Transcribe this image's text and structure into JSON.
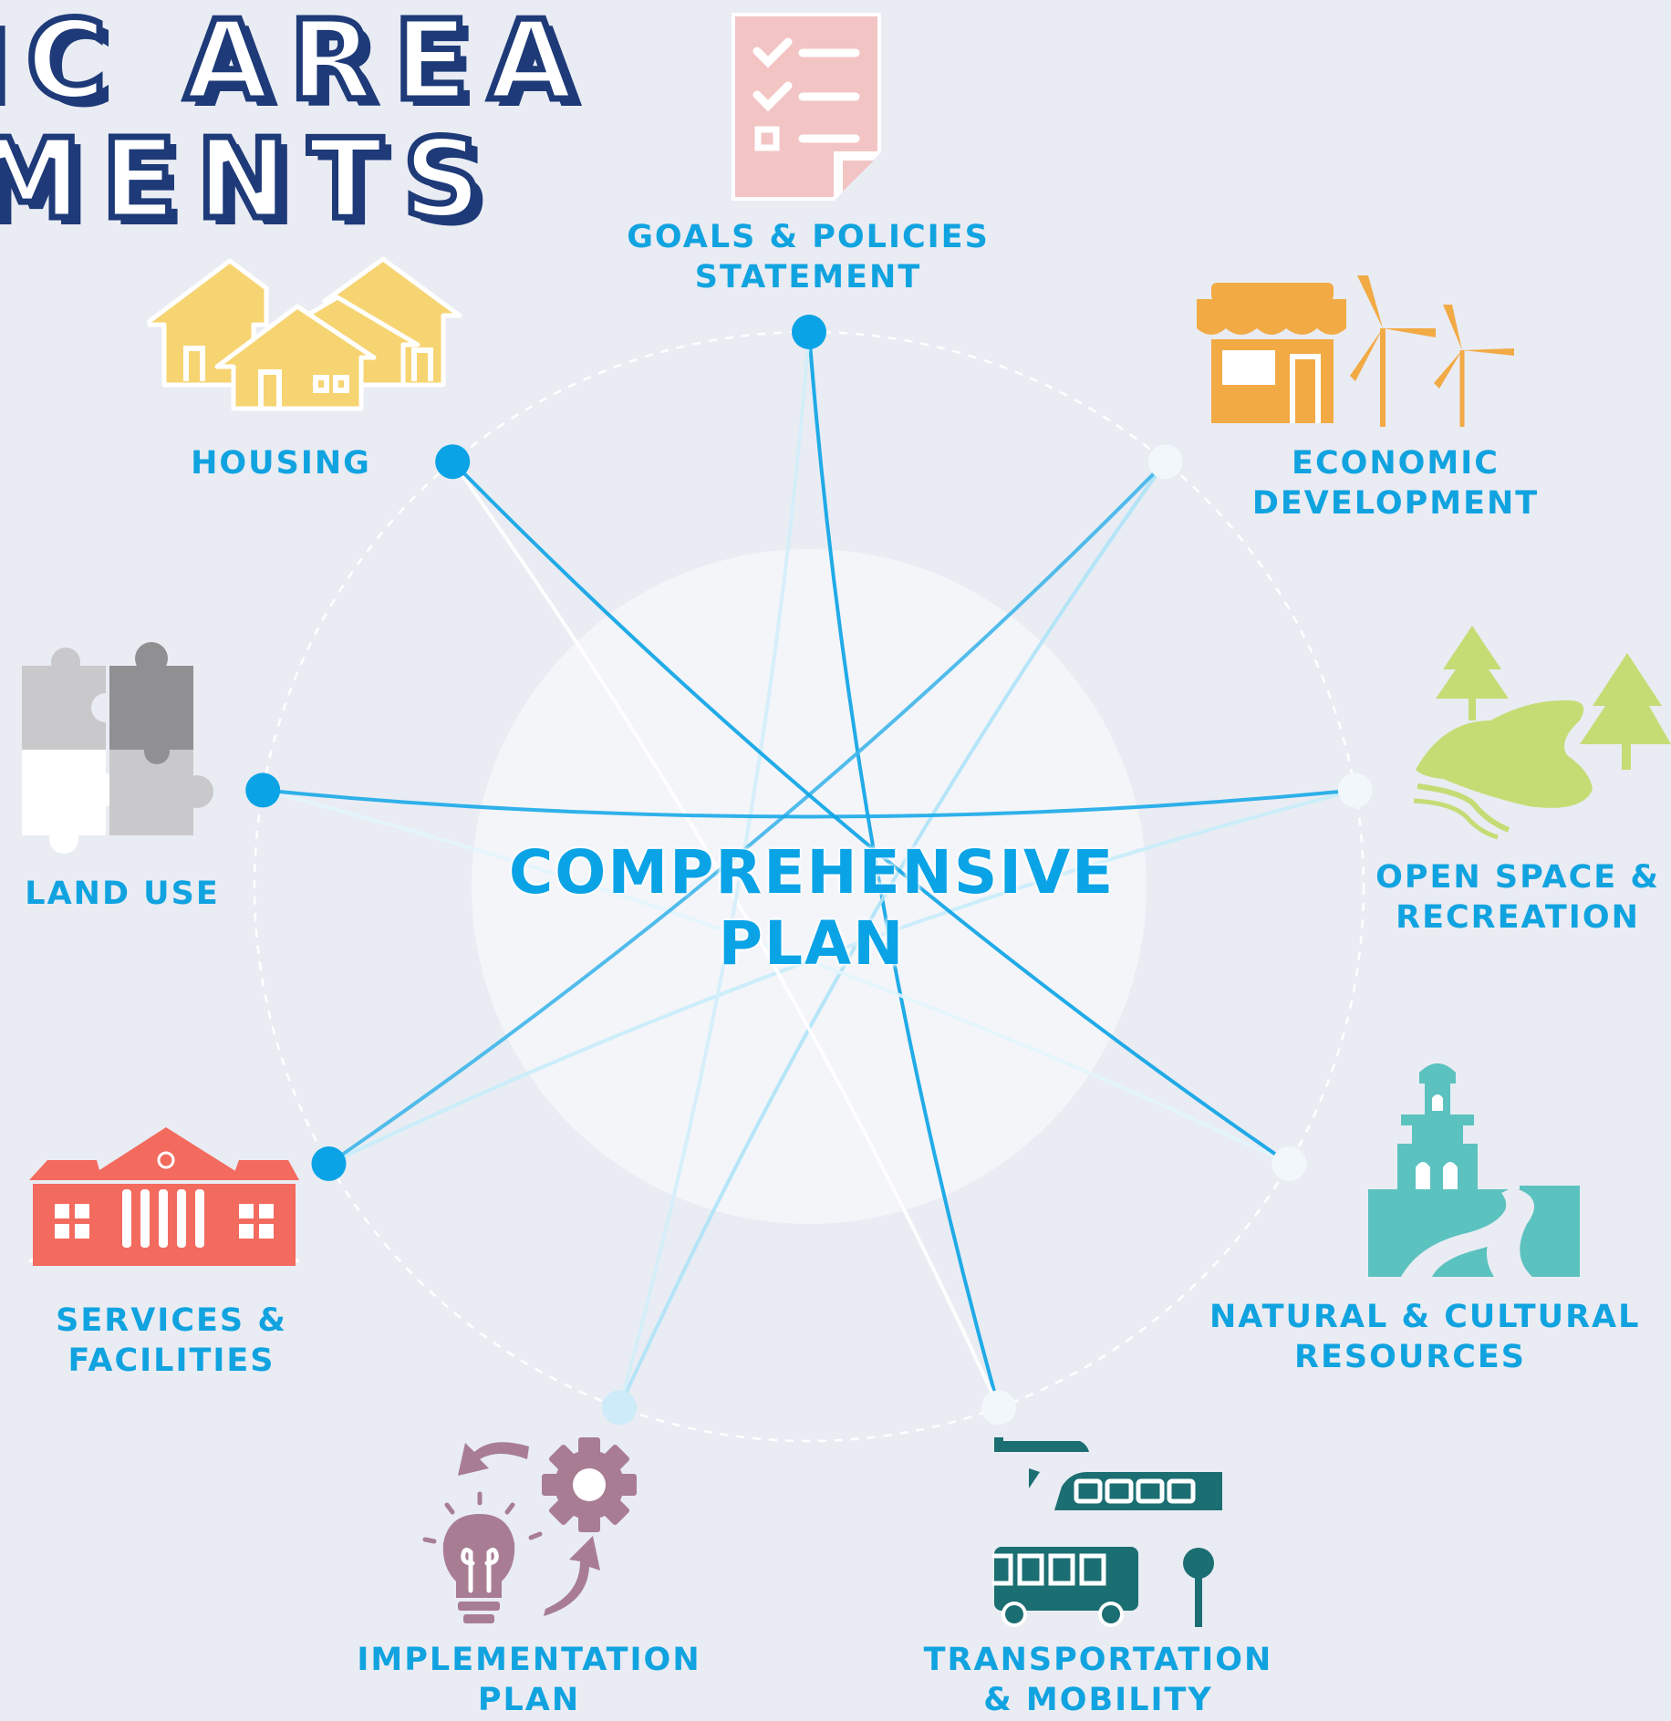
{
  "title": {
    "line1": "IC AREA",
    "line2": "MENTS"
  },
  "center": {
    "line1": "COMPREHENSIVE",
    "line2": "PLAN"
  },
  "colors": {
    "accent": "#11a3e0",
    "title": "#1e3a78",
    "housing": "#f7d472",
    "economic": "#f2aa45",
    "open_space": "#c5dc75",
    "natural": "#5bc2bf",
    "transport": "#1b6e72",
    "implementation": "#a87d93",
    "services": "#f36a5e",
    "goals": "#f2c5c4"
  },
  "nodes": [
    {
      "id": "goals",
      "lines": [
        "GOALS & POLICIES",
        "STATEMENT"
      ],
      "icon": "checklist-icon"
    },
    {
      "id": "economic",
      "lines": [
        "ECONOMIC",
        "DEVELOPMENT"
      ],
      "icon": "shop-windmill-icon"
    },
    {
      "id": "open-space",
      "lines": [
        "OPEN SPACE &",
        "RECREATION"
      ],
      "icon": "trees-lake-icon"
    },
    {
      "id": "natural",
      "lines": [
        "NATURAL & CULTURAL",
        "RESOURCES"
      ],
      "icon": "church-river-icon"
    },
    {
      "id": "transportation",
      "lines": [
        "TRANSPORTATION",
        "& MOBILITY"
      ],
      "icon": "bus-icon"
    },
    {
      "id": "implementation",
      "lines": [
        "IMPLEMENTATION",
        "PLAN"
      ],
      "icon": "lightbulb-gear-icon"
    },
    {
      "id": "services",
      "lines": [
        "SERVICES &",
        "FACILITIES"
      ],
      "icon": "building-icon"
    },
    {
      "id": "land-use",
      "lines": [
        "LAND USE"
      ],
      "icon": "puzzle-icon"
    },
    {
      "id": "housing",
      "lines": [
        "HOUSING"
      ],
      "icon": "houses-icon"
    }
  ]
}
